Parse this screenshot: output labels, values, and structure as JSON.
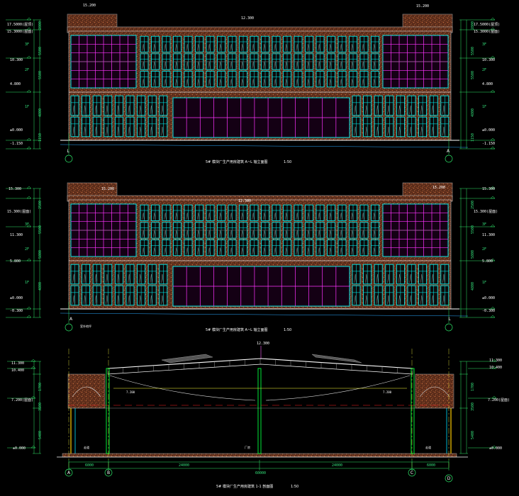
{
  "colors": {
    "background": "#000000",
    "brick": "#7a3f26",
    "glass_frame": "#00ffff",
    "glass_mullion": "#ff33ff",
    "structure": "#00ff3c",
    "dimension": "#2ee86a",
    "gridline": "#ffff3a",
    "caption": "#ffffff",
    "cut_line": "#ff2020"
  },
  "elevation_1": {
    "caption": "5# 模块厂生产用房建筑 A~L 轴立面图",
    "scale": "1:50",
    "grid_left": "L",
    "grid_right": "A",
    "top_mid_level": "12.300",
    "parapet_left_level": "15.200",
    "parapet_right_level": "15.200",
    "left_levels": [
      {
        "label": "17.5000(屋顶)"
      },
      {
        "label": "15.3000(屋面)"
      },
      {
        "label": "10.300"
      },
      {
        "label": "4.800"
      },
      {
        "label": "±0.000"
      },
      {
        "label": "-1.150"
      }
    ],
    "right_levels": [
      {
        "label": "17.5000(屋顶)"
      },
      {
        "label": "15.3000(屋面)"
      },
      {
        "label": "10.300"
      },
      {
        "label": "4.800"
      },
      {
        "label": "±0.000"
      },
      {
        "label": "-1.150"
      }
    ],
    "floor_marks": [
      "3F",
      "2F",
      "1F"
    ],
    "left_dims": [
      "2800",
      "5500",
      "5500",
      "4800",
      "1150"
    ],
    "right_dims": [
      "2800",
      "5500",
      "5500",
      "4800",
      "1150"
    ]
  },
  "elevation_2": {
    "caption": "5# 模块厂生产用房建筑 A~L 轴立面图",
    "scale": "1:50",
    "grid_left": "A",
    "grid_right": "L",
    "top_mid_level": "12.300",
    "parapet_left_level": "15.200",
    "parapet_right_level": "15.200",
    "left_levels": [
      {
        "label": "15.300"
      },
      {
        "label": "15.300(屋面)"
      },
      {
        "label": "11.300"
      },
      {
        "label": "5.800"
      },
      {
        "label": "±0.000"
      },
      {
        "label": "-0.300"
      }
    ],
    "right_levels": [
      {
        "label": "15.300"
      },
      {
        "label": "15.300(屋面)"
      },
      {
        "label": "11.300"
      },
      {
        "label": "5.800"
      },
      {
        "label": "±0.000"
      },
      {
        "label": "-0.300"
      }
    ],
    "floor_marks": [
      "3F",
      "2F",
      "1F"
    ],
    "left_dims": [
      "2500",
      "5500",
      "5800",
      "4800"
    ],
    "right_dims": [
      "2500",
      "5500",
      "5800",
      "4800"
    ],
    "note_tag": "室外地坪"
  },
  "section": {
    "caption": "5# 模块厂生产用房建筑 1-1 剖面图",
    "scale": "1:50",
    "grid_labels": [
      "A",
      "B",
      "C",
      "D"
    ],
    "left_levels": [
      {
        "label": "11.300"
      },
      {
        "label": "10.400"
      },
      {
        "label": "7.200(屋面)"
      },
      {
        "label": "±0.000"
      }
    ],
    "right_levels": [
      {
        "label": "11.300"
      },
      {
        "label": "10.400"
      },
      {
        "label": "7.200(屋面)"
      },
      {
        "label": "±0.000"
      }
    ],
    "left_dims": [
      "1700",
      "3500",
      "5400"
    ],
    "right_dims": [
      "1700",
      "3500",
      "5400"
    ],
    "ridge_label": "12.300",
    "room_labels": [
      "走道",
      "厂房",
      "走道"
    ],
    "span_dims": [
      "6000",
      "24000",
      "24000",
      "6000"
    ],
    "total_dim": "60000",
    "beam_left": "7.200",
    "beam_right": "7.200"
  }
}
